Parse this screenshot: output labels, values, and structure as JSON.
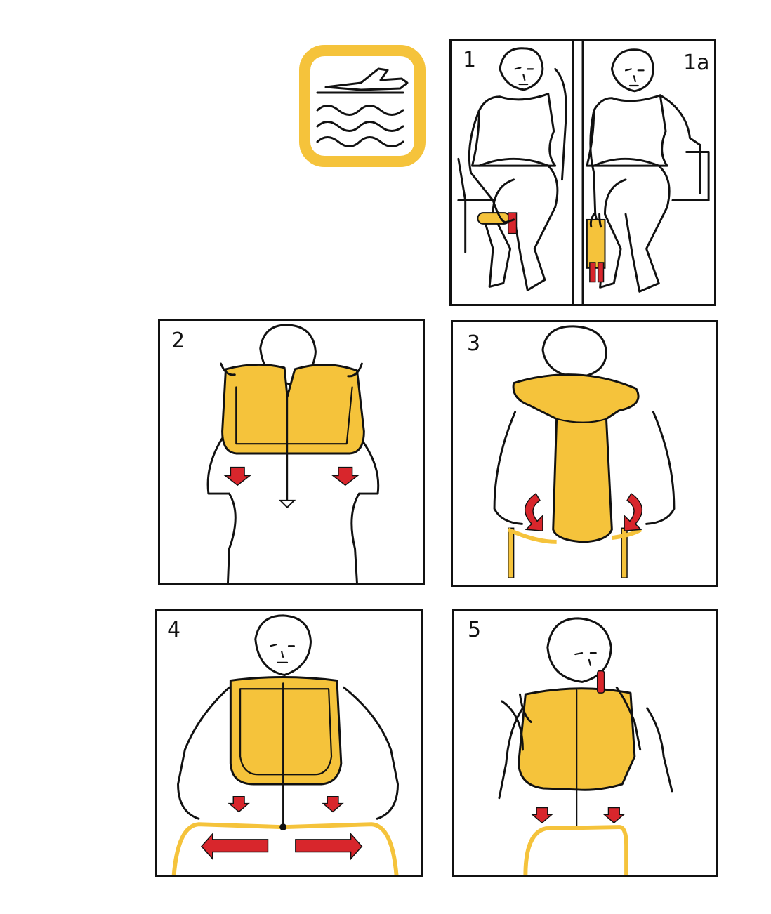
{
  "colors": {
    "vest_yellow": "#F5C33B",
    "vest_outline": "#111111",
    "inflator_red": "#D8262C",
    "sign_border": "#F5C33B",
    "ink": "#111111"
  },
  "sign": {
    "icon": "water-landing-icon"
  },
  "panels": [
    {
      "id": "p1",
      "number": "1"
    },
    {
      "id": "p1a",
      "number": "1a"
    },
    {
      "id": "p2",
      "number": "2"
    },
    {
      "id": "p3",
      "number": "3"
    },
    {
      "id": "p4",
      "number": "4"
    },
    {
      "id": "p5",
      "number": "5"
    }
  ]
}
